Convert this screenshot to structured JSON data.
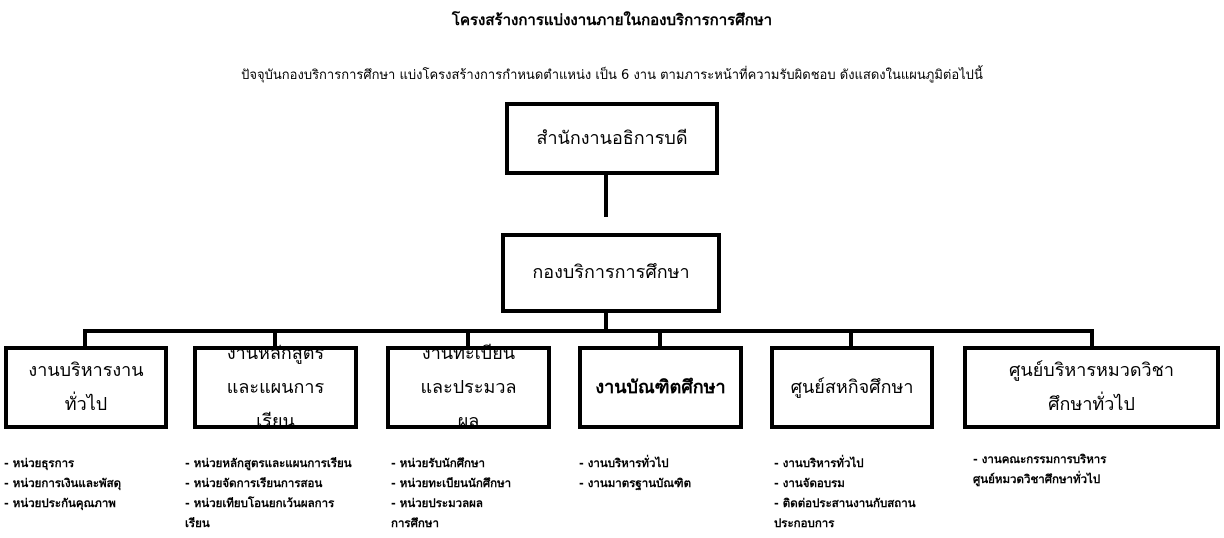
{
  "title": "โครงสร้างการแบ่งงานภายในกองบริการการศึกษา",
  "subtitle": "ปัจจุบันกองบริการการศึกษา แบ่งโครงสร้างการกำหนดตำแหน่ง เป็น 6 งาน ตามภาระหน้าที่ความรับผิดชอบ ดังแสดงในแผนภูมิต่อไปนี้",
  "top_box": "สำนักงานอธิการบดี",
  "middle_box": "กองบริการการศึกษา",
  "units": [
    {
      "name": "งานบริหารงานทั่วไป",
      "items": [
        "- หน่วยธุรการ",
        "- หน่วยการเงินและพัสดุ",
        "- หน่วยประกันคุณภาพ"
      ]
    },
    {
      "name": "งานหลักสูตรและแผนการเรียน",
      "items": [
        "- หน่วยหลักสูตรและแผนการเรียน",
        "- หน่วยจัดการเรียนการสอน",
        "- หน่วยเทียบโอนยกเว้นผลการ",
        "เรียน"
      ]
    },
    {
      "name": "งานทะเบียนและประมวลผล",
      "items": [
        "- หน่วยรับนักศึกษา",
        "- หน่วยทะเบียนนักศึกษา",
        "- หน่วยประมวลผล",
        "การศึกษา"
      ]
    },
    {
      "name": "งานบัณฑิตศึกษา",
      "items": [
        "- งานบริหารทั่วไป",
        "- งานมาตรฐานบัณฑิต"
      ]
    },
    {
      "name": "ศูนย์สหกิจศึกษา",
      "items": [
        "- งานบริหารทั่วไป",
        "- งานจัดอบรม",
        "- ติดต่อประสานงานกับสถาน",
        "ประกอบการ"
      ]
    },
    {
      "name": "ศูนย์บริหารหมวดวิชาศึกษาทั่วไป",
      "items": [
        "- งานคณะกรรมการบริหาร",
        "ศูนย์หมวดวิชาศึกษาทั่วไป"
      ]
    }
  ]
}
